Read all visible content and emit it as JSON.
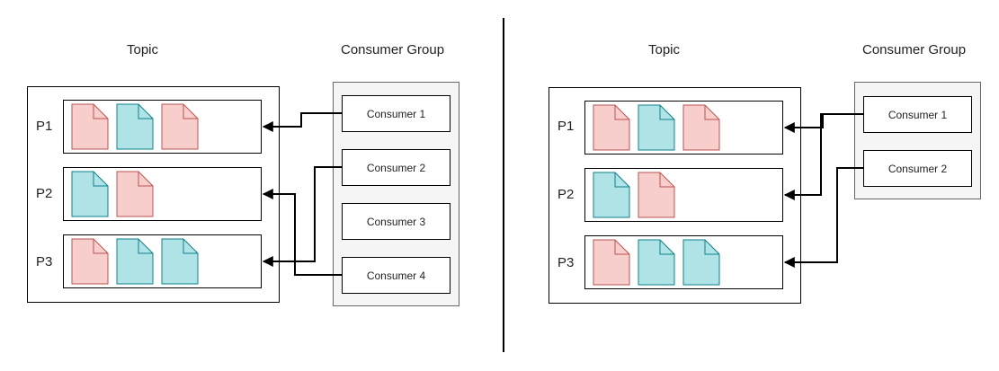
{
  "panels": [
    {
      "topic_title": "Topic",
      "group_title": "Consumer Group",
      "partitions": [
        {
          "label": "P1",
          "docs": [
            "red",
            "teal",
            "red"
          ]
        },
        {
          "label": "P2",
          "docs": [
            "teal",
            "red"
          ]
        },
        {
          "label": "P3",
          "docs": [
            "red",
            "teal",
            "teal"
          ]
        }
      ],
      "consumers": [
        "Consumer 1",
        "Consumer 2",
        "Consumer 3",
        "Consumer 4"
      ],
      "assignments": [
        {
          "consumer": "Consumer 1",
          "partition": "P1"
        },
        {
          "consumer": "Consumer 2",
          "partition": "P3"
        },
        {
          "consumer": "Consumer 4",
          "partition": "P2"
        }
      ]
    },
    {
      "topic_title": "Topic",
      "group_title": "Consumer Group",
      "partitions": [
        {
          "label": "P1",
          "docs": [
            "red",
            "teal",
            "red"
          ]
        },
        {
          "label": "P2",
          "docs": [
            "teal",
            "red"
          ]
        },
        {
          "label": "P3",
          "docs": [
            "red",
            "teal",
            "teal"
          ]
        }
      ],
      "consumers": [
        "Consumer 1",
        "Consumer 2"
      ],
      "assignments": [
        {
          "consumer": "Consumer 1",
          "partition": "P1"
        },
        {
          "consumer": "Consumer 1",
          "partition": "P2"
        },
        {
          "consumer": "Consumer 2",
          "partition": "P3"
        }
      ]
    }
  ],
  "colors": {
    "red_fill": "#f8cecc",
    "red_stroke": "#b85450",
    "teal_fill": "#b0e3e6",
    "teal_stroke": "#0e8088"
  }
}
